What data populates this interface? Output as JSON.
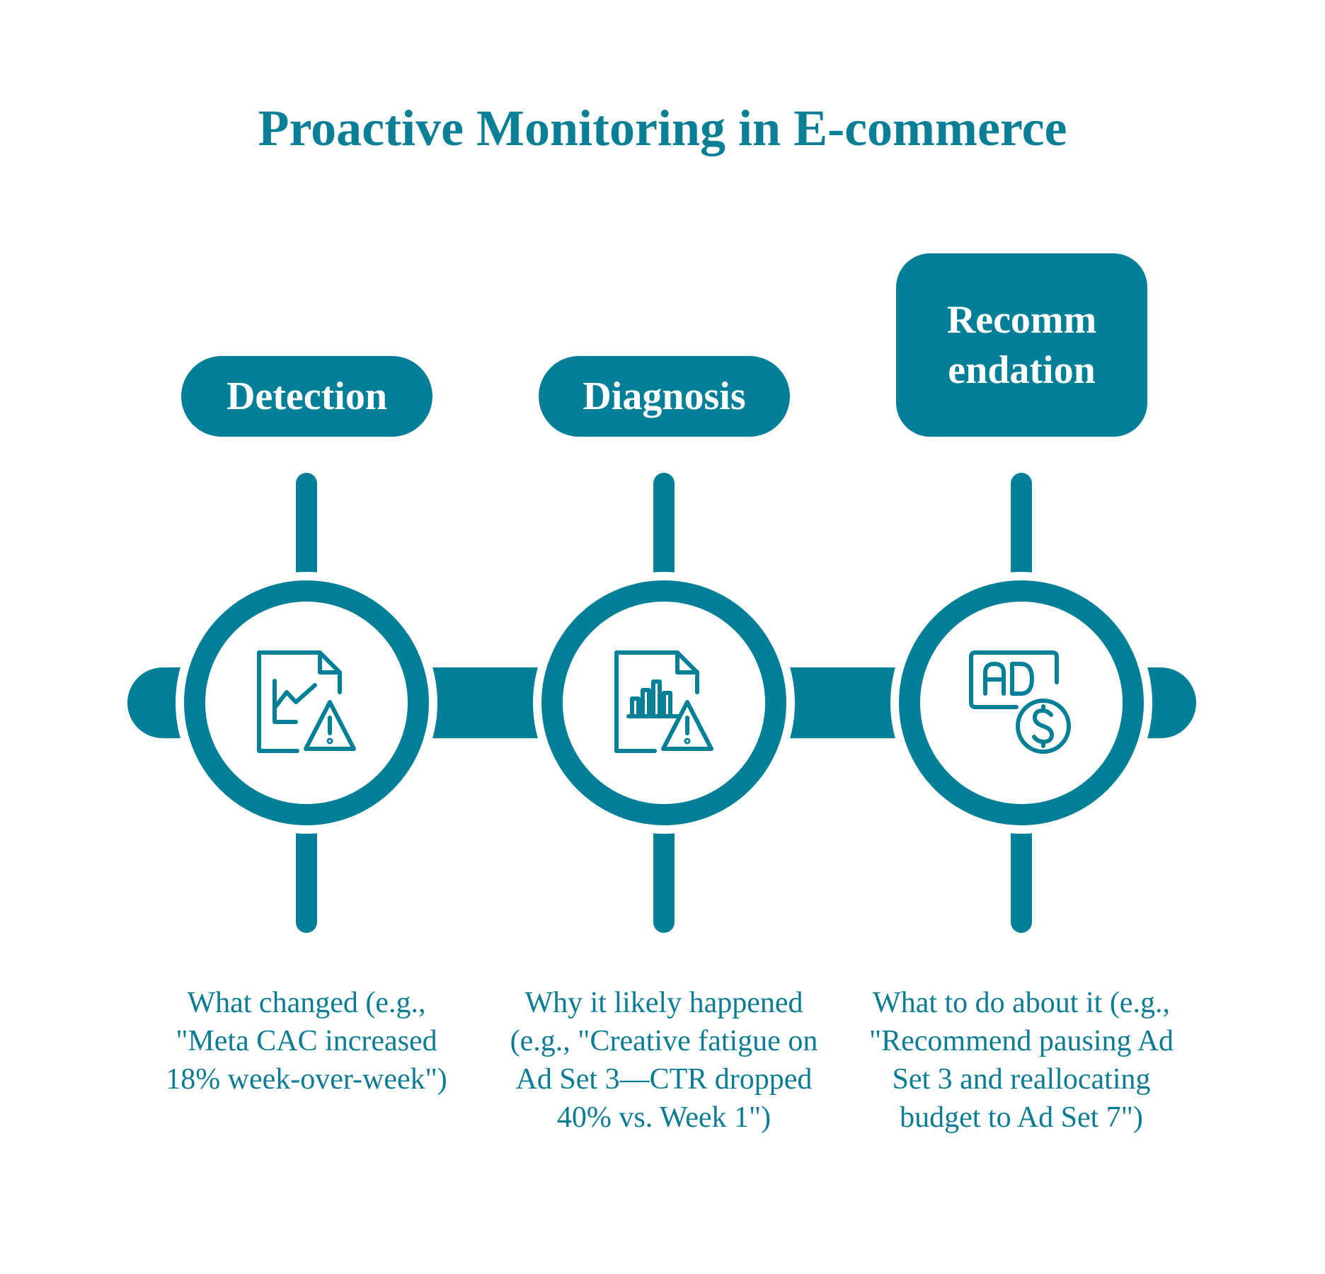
{
  "title": "Proactive Monitoring in E-commerce",
  "colors": {
    "primary": "#047f98",
    "background": "#ffffff"
  },
  "steps": [
    {
      "label": "Detection",
      "icon": "report-chart-warning-icon",
      "description": "What changed (e.g., \"Meta CAC increased 18% week-over-week\")"
    },
    {
      "label": "Diagnosis",
      "icon": "report-bar-chart-warning-icon",
      "description": "Why it likely happened (e.g., \"Creative fatigue on Ad Set 3—CTR dropped 40% vs. Week 1\")"
    },
    {
      "label": "Recommendation",
      "icon": "ad-dollar-icon",
      "description": "What to do about it (e.g., \"Recommend pausing Ad Set 3 and reallocating budget to Ad Set 7\")"
    }
  ]
}
